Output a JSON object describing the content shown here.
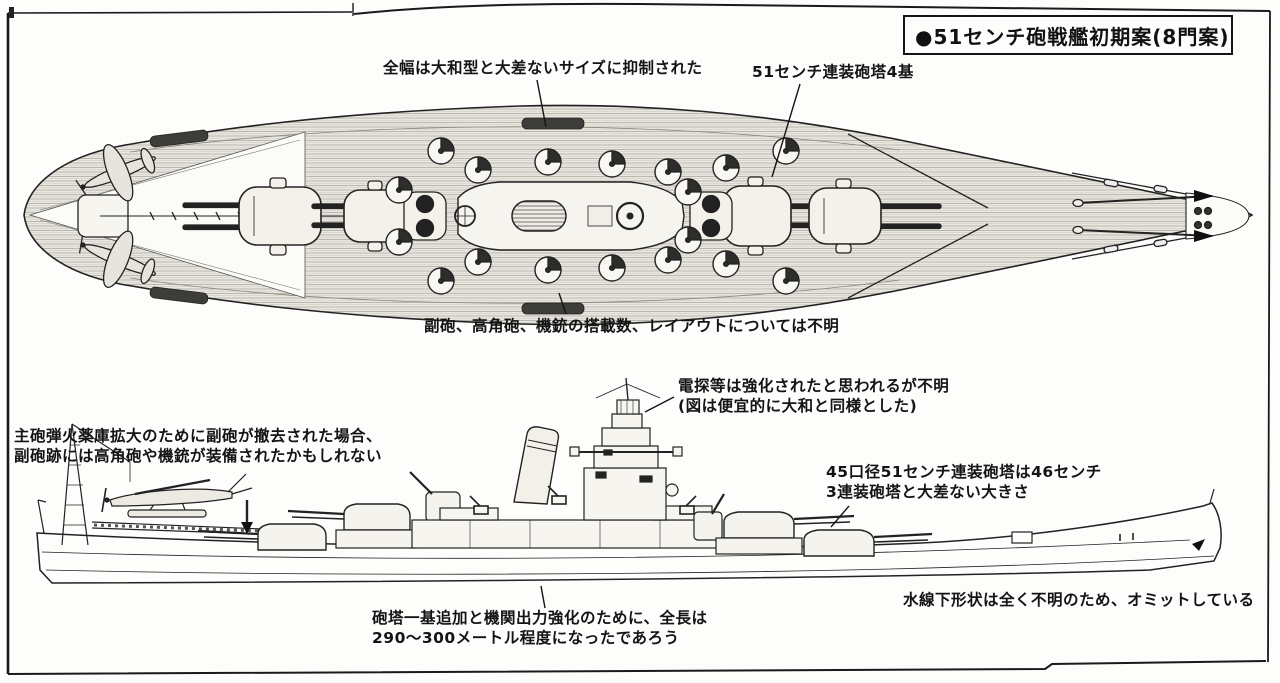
{
  "header": {
    "title": "●51センチ砲戦艦初期案(8門案)"
  },
  "annotations": {
    "beam_limit": "全幅は大和型と大差ないサイズに抑制された",
    "main_turrets": "51センチ連装砲塔4基",
    "secondary_unknown": "副砲、高角砲、機銃の搭載数、レイアウトについては不明",
    "radar_note": "電探等は強化されたと思われるが不明\n(図は便宜的に大和と同様とした)",
    "magazine_note": "主砲弾火薬庫拡大のために副砲が撤去された場合、\n副砲跡には高角砲や機銃が装備されたかもしれない",
    "turret_size_note": "45口径51センチ連装砲塔は46センチ\n3連装砲塔と大差ない大きさ",
    "length_note": "砲塔一基追加と機関出力強化のために、全長は\n290〜300メートル程度になったであろう",
    "underwater_note": "水線下形状は全く不明のため、オミットしている"
  },
  "colors": {
    "ink": "#1a1a1a",
    "paper": "#fdfdfb",
    "deck_texture": "#a8a39a"
  }
}
